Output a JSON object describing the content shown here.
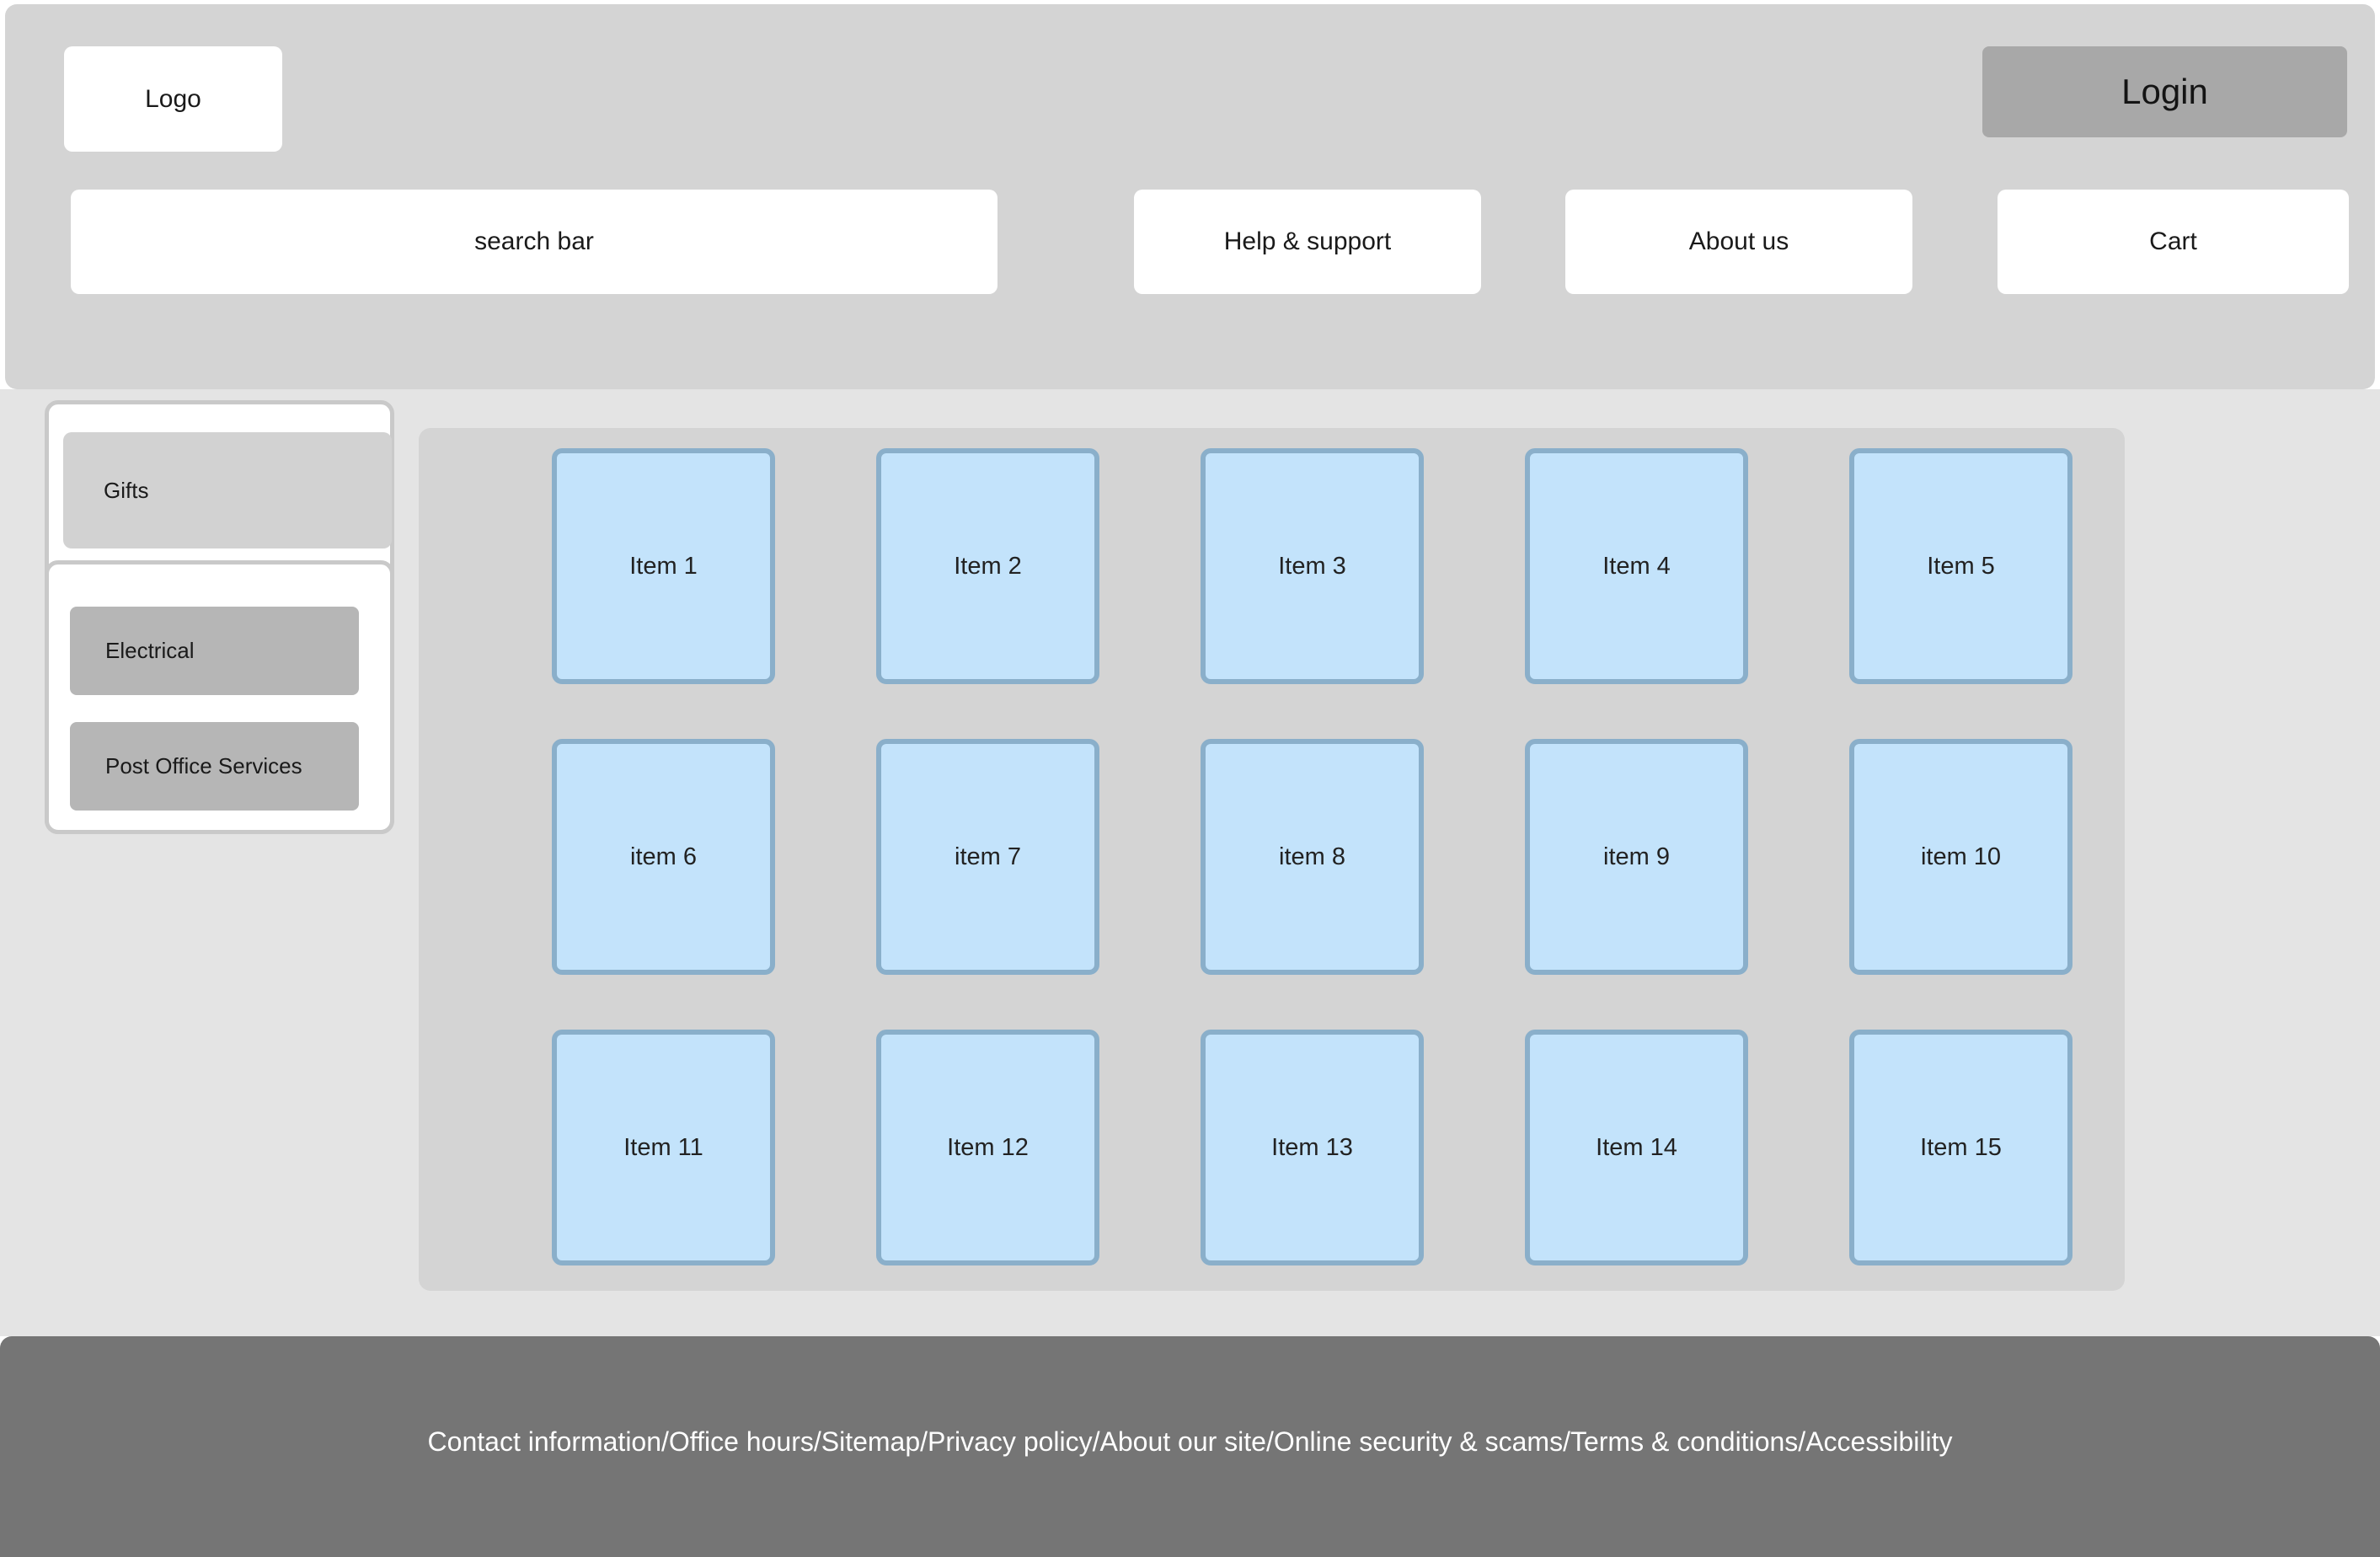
{
  "header": {
    "logo_label": "Logo",
    "login_label": "Login",
    "search": {
      "value": "search bar",
      "placeholder": "search bar"
    },
    "nav": [
      {
        "label": "Help & support"
      },
      {
        "label": "About us"
      },
      {
        "label": "Cart"
      }
    ]
  },
  "sidebar": {
    "categories": [
      {
        "label": "Gifts",
        "state": "expanded"
      },
      {
        "label": "Electrical",
        "state": "default"
      },
      {
        "label": "Post Office Services",
        "state": "default"
      }
    ]
  },
  "content": {
    "items": [
      {
        "label": "Item 1"
      },
      {
        "label": "Item 2"
      },
      {
        "label": "Item 3"
      },
      {
        "label": "Item 4"
      },
      {
        "label": "Item 5"
      },
      {
        "label": "item 6"
      },
      {
        "label": "item 7"
      },
      {
        "label": "item 8"
      },
      {
        "label": "item 9"
      },
      {
        "label": "item 10"
      },
      {
        "label": "Item 11"
      },
      {
        "label": "Item 12"
      },
      {
        "label": "Item 13"
      },
      {
        "label": "Item 14"
      },
      {
        "label": "Item 15"
      }
    ]
  },
  "footer": {
    "links_text": "Contact information/Office hours/Sitemap/Privacy policy/About our site/Online security & scams/Terms & conditions/Accessibility"
  },
  "colors": {
    "page_background": "#ffffff",
    "header_background": "#d4d4d4",
    "body_background": "#e4e4e4",
    "content_panel_background": "#d4d4d4",
    "login_button": "#a8a8a8",
    "category_active": "#d2d2d2",
    "category_default": "#b6b6b6",
    "tile_fill": "#c3e3fb",
    "tile_border": "#8aafca",
    "footer_background": "#757575",
    "footer_text": "#ffffff"
  }
}
